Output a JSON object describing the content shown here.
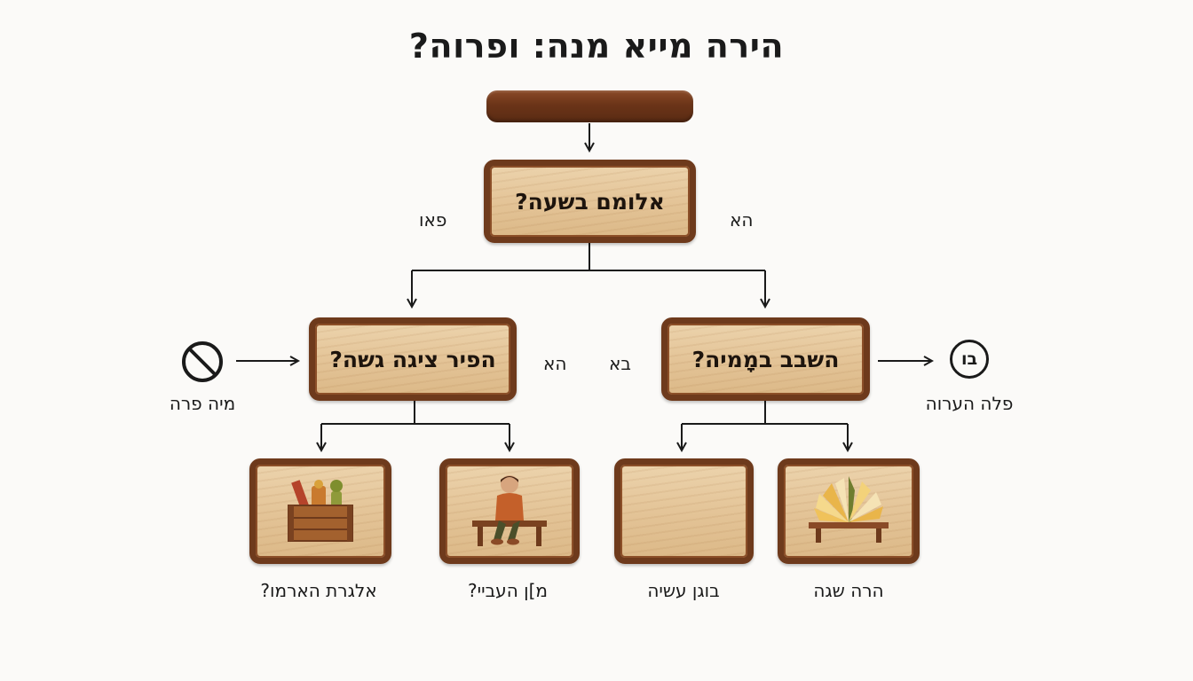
{
  "title": "הירה מייא מנה: ופרוה?",
  "root_question": "אלומם בשעה?",
  "root_right_label": "הא",
  "root_left_label": "פאו",
  "left_question": "הפיר ציגה גשה?",
  "left_right_label": "הא",
  "left_outcome_label": "מיה פרה",
  "right_question": "השבב במָמיה?",
  "right_left_label": "בא",
  "right_outcome_icon_text": "בו",
  "right_outcome_label": "פלה הערוה",
  "leaf_captions": [
    "אלגרת הארמו?",
    "מ]ן העביי?",
    "בוגן עשיה",
    "הרה שגה"
  ],
  "icons": {
    "no_symbol": "prohibited-icon",
    "circle_badge": "circle-badge-icon",
    "crate": "toy-crate-icon",
    "child": "child-on-bench-icon",
    "book": "open-book-icon"
  },
  "colors": {
    "wood_border": "#6e3a1c",
    "wood_fill": "#e3c396",
    "plank": "#6b3418",
    "line": "#1a1a1a"
  }
}
